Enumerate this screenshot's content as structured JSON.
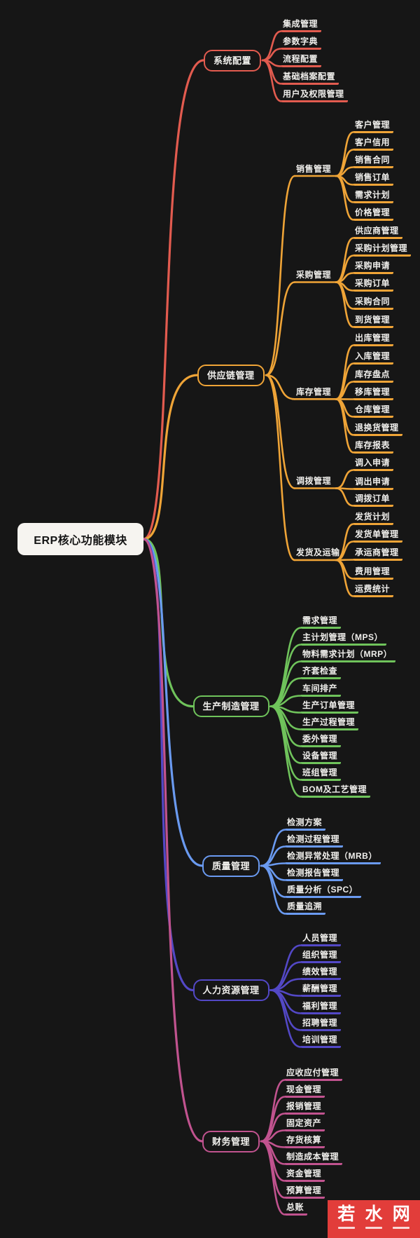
{
  "root": {
    "label": "ERP核心功能模块"
  },
  "watermark": {
    "label": "若水网",
    "chars": [
      "若",
      "水",
      "网"
    ],
    "box_color": "#e23d3a"
  },
  "background_color": "#161616",
  "branches": [
    {
      "label": "系统配置",
      "color": "#e25b4f",
      "children": [
        "集成管理",
        "参数字典",
        "流程配置",
        "基础档案配置",
        "用户及权限管理"
      ]
    },
    {
      "label": "供应链管理",
      "color": "#efa437",
      "children": [
        {
          "label": "销售管理",
          "children": [
            "客户管理",
            "客户信用",
            "销售合同",
            "销售订单",
            "需求计划",
            "价格管理"
          ]
        },
        {
          "label": "采购管理",
          "children": [
            "供应商管理",
            "采购计划管理",
            "采购申请",
            "采购订单",
            "采购合同",
            "到货管理"
          ]
        },
        {
          "label": "库存管理",
          "children": [
            "出库管理",
            "入库管理",
            "库存盘点",
            "移库管理",
            "仓库管理",
            "退换货管理",
            "库存报表"
          ]
        },
        {
          "label": "调拨管理",
          "children": [
            "调入申请",
            "调出申请",
            "调拨订单"
          ]
        },
        {
          "label": "发货及运输",
          "children": [
            "发货计划",
            "发货单管理",
            "承运商管理",
            "费用管理",
            "运费统计"
          ]
        }
      ]
    },
    {
      "label": "生产制造管理",
      "color": "#6fc35b",
      "children": [
        "需求管理",
        "主计划管理（MPS）",
        "物料需求计划（MRP）",
        "齐套检查",
        "车间排产",
        "生产订单管理",
        "生产过程管理",
        "委外管理",
        "设备管理",
        "班组管理",
        "BOM及工艺管理"
      ]
    },
    {
      "label": "质量管理",
      "color": "#6a9af0",
      "children": [
        "检测方案",
        "检测过程管理",
        "检测异常处理（MRB）",
        "检测报告管理",
        "质量分析（SPC）",
        "质量追溯"
      ]
    },
    {
      "label": "人力资源管理",
      "color": "#5348c6",
      "children": [
        "人员管理",
        "组织管理",
        "绩效管理",
        "薪酬管理",
        "福利管理",
        "招聘管理",
        "培训管理"
      ]
    },
    {
      "label": "财务管理",
      "color": "#c1538f",
      "children": [
        "应收应付管理",
        "现金管理",
        "报销管理",
        "固定资产",
        "存货核算",
        "制造成本管理",
        "资金管理",
        "预算管理",
        "总账"
      ]
    }
  ]
}
